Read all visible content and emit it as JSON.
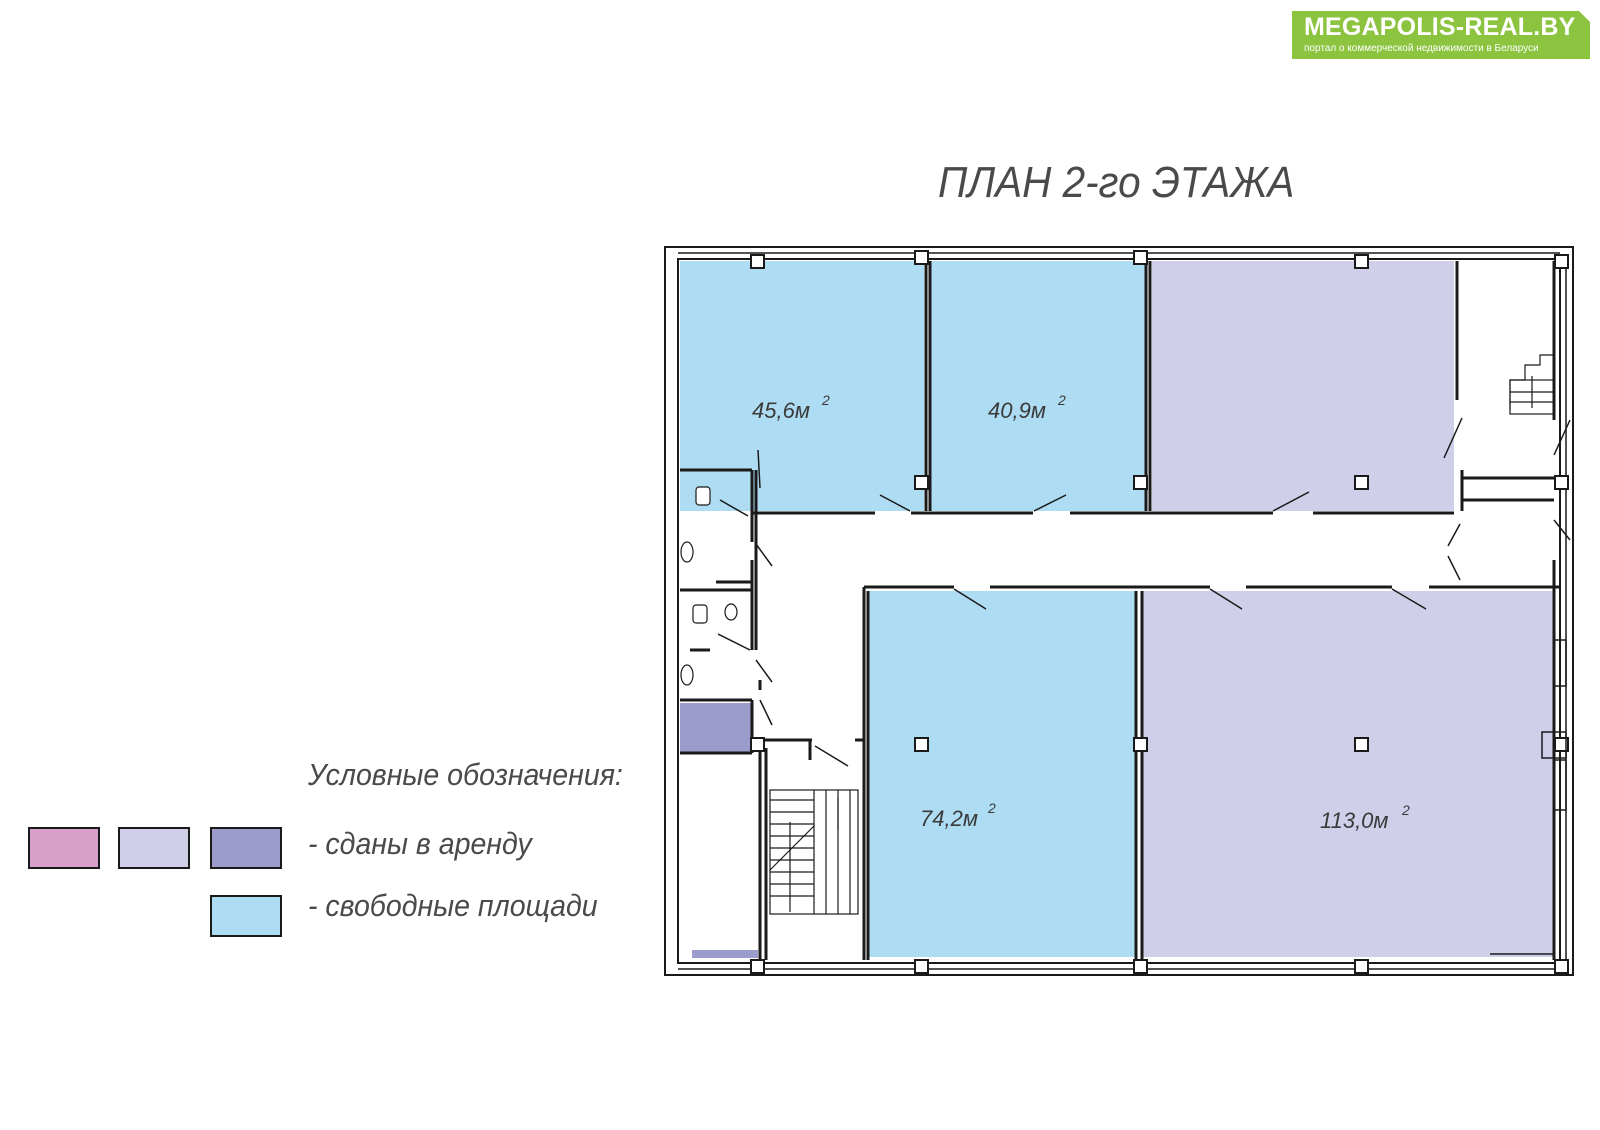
{
  "logo": {
    "name": "MEGAPOLIS-REAL.BY",
    "tagline": "портал о коммерческой недвижимости в Беларуси",
    "color": "#8cc43f"
  },
  "plan": {
    "title": "ПЛАН 2-го ЭТАЖА"
  },
  "rooms": [
    {
      "area": "45,6м",
      "sup": "2",
      "status": "free"
    },
    {
      "area": "40,9м",
      "sup": "2",
      "status": "free"
    },
    {
      "area": "74,2м",
      "sup": "2",
      "status": "free"
    },
    {
      "area": "113,0м",
      "sup": "2",
      "status": "rented"
    }
  ],
  "legend": {
    "title": "Условные обозначения:",
    "rented_label": "- сданы в аренду",
    "free_label": "- свободные площади",
    "rented_colors": [
      "#d79ec9",
      "#cfcfe9",
      "#9c9ccc"
    ],
    "free_color": "#aedcf3"
  }
}
